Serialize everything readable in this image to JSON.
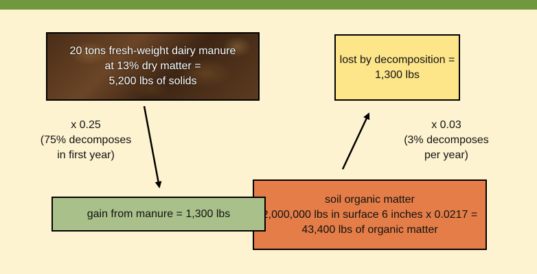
{
  "manure_box": {
    "lines": [
      "20 tons fresh-weight dairy manure",
      "at 13% dry matter =",
      "5,200 lbs of solids"
    ]
  },
  "lost_box": {
    "lines": [
      "lost by decomposition =",
      "1,300 lbs"
    ]
  },
  "gain_box": {
    "text": "gain from manure = 1,300 lbs"
  },
  "soil_box": {
    "lines": [
      "soil organic matter",
      "2,000,000 lbs in surface 6 inches x 0.0217 =",
      "43,400 lbs of organic matter"
    ]
  },
  "left_label": {
    "lines": [
      "x 0.25",
      "(75% decomposes",
      "in first year)"
    ]
  },
  "right_label": {
    "lines": [
      "x 0.03",
      "(3% decomposes",
      "per year)"
    ]
  },
  "colors": {
    "top_bar": "#70983f",
    "background": "#fdf3d0",
    "lost_fill": "#fde58a",
    "gain_fill": "#a9c08a",
    "soil_fill": "#e47d47"
  }
}
